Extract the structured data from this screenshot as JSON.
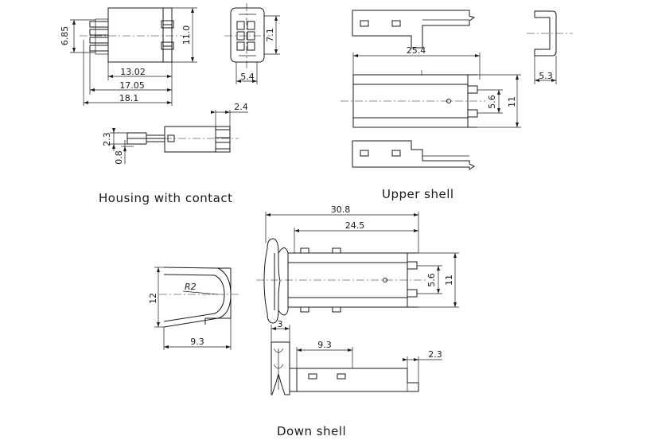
{
  "captions": {
    "housing": "Housing with contact",
    "upper": "Upper shell",
    "down": "Down shell"
  },
  "housing": {
    "d_6_85": "6.85",
    "d_11_0": "11.0",
    "d_7_1": "7.1",
    "d_5_4": "5.4",
    "d_13_02": "13.02",
    "d_17_05": "17.05",
    "d_18_1": "18.1",
    "d_2_4": "2.4",
    "d_2_3": "2.3",
    "d_0_8": "0.8"
  },
  "upper": {
    "d_25_4": "25.4",
    "d_5_6": "5.6",
    "d_11": "11",
    "d_5_3": "5.3"
  },
  "down": {
    "d_30_8": "30.8",
    "d_24_5": "24.5",
    "d_5_6": "5.6",
    "d_11": "11",
    "d_r2": "R2",
    "d_12": "12",
    "d_9_3_side": "9.3",
    "d_3": "3",
    "d_9_3": "9.3",
    "d_2_3": "2.3"
  }
}
